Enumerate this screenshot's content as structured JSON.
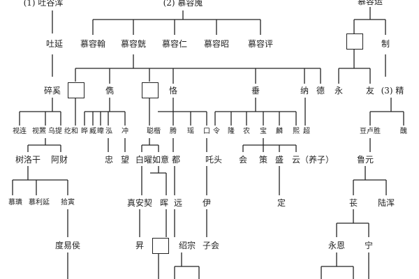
{
  "title": "Murong / Tuyuhun genealogy",
  "nodes": {
    "tuyuhun": "(1) 吐谷浑",
    "murong_hui": "(2) 慕容廆",
    "murong_yun": "慕容运",
    "tuyan": "吐延",
    "murong_han": "慕容翰",
    "murong_huang": "慕容皝",
    "murong_ren": "慕容仁",
    "murong_zhao": "慕容昭",
    "murong_ping": "慕容评",
    "zhi": "制",
    "suixi": "碎奚",
    "jun": "儁",
    "ke": "恪",
    "chui": "垂",
    "na": "纳",
    "de": "德",
    "yong": "永",
    "you": "友",
    "jing": "(3) 精",
    "shilian": "视连",
    "shipi": "视罴",
    "wuti": "乌提",
    "gehe": "纥和",
    "ye": "晔",
    "zang": "臧",
    "wei": "暐",
    "hong": "泓",
    "chong": "冲",
    "kai": "聪楷",
    "teng": "腾",
    "yao": "瑶",
    "unknown": "口",
    "ling": "令",
    "long": "隆",
    "nong": "农",
    "bao": "宝",
    "lin": "麟",
    "xi": "熙",
    "chao": "超",
    "doulusheng": "豆卢胜",
    "chou": "醜",
    "shuluogan": "树洛干",
    "acai": "阿财",
    "zhong": "忠",
    "wang": "望",
    "baiyao": "白曜",
    "ruyi": "如意",
    "du": "都",
    "zhatou": "吒头",
    "hui": "会",
    "ce": "策",
    "sheng": "盛",
    "yun_adopted": "云（养子）",
    "luyuan": "鲁元",
    "mugui": "慕璝",
    "muliyan": "慕利延",
    "shiyin": "拾寅",
    "zhenanqi": "真安契",
    "hui2": "晖",
    "yuan": "远",
    "yi": "伊",
    "ding": "定",
    "chang": "苌",
    "luhun": "陆浑",
    "duyihou": "度易侯",
    "sheng2": "昇",
    "shaozong": "绍宗",
    "zihui": "子会",
    "yongen": "永恩",
    "ning": "宁"
  }
}
